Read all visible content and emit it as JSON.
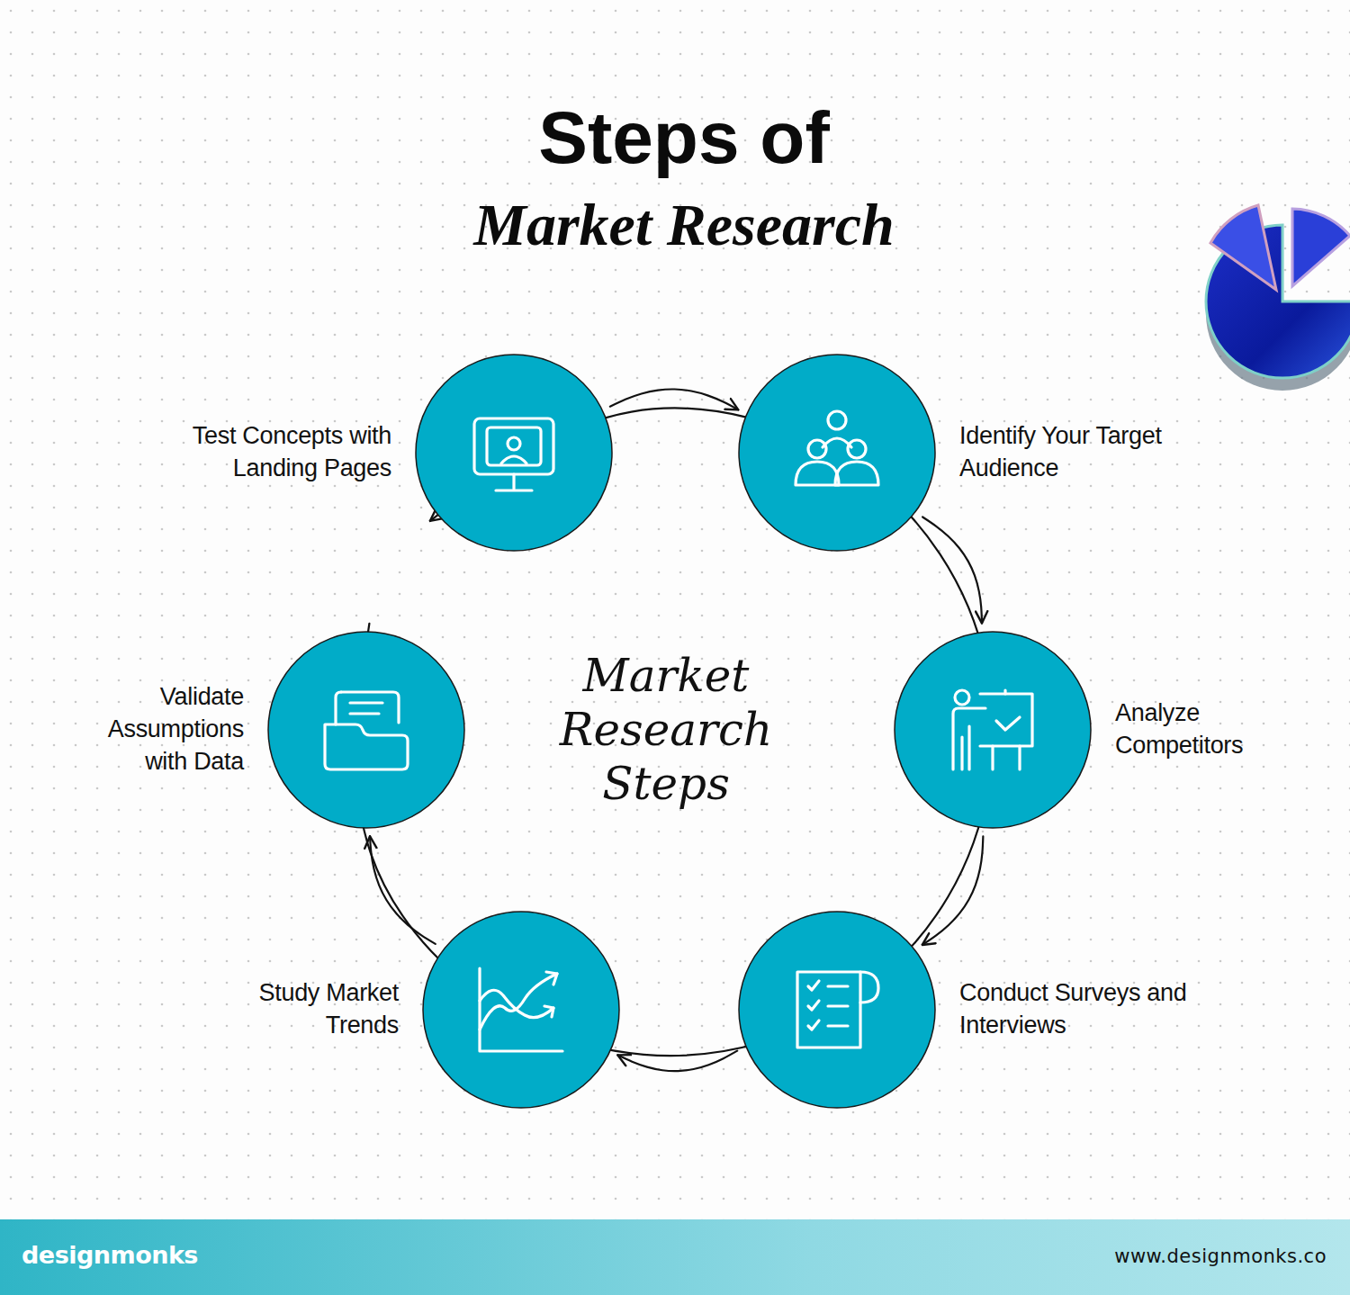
{
  "diagram": {
    "title": "Steps of Market Research",
    "nodes": [
      {
        "text": [
          "Identify Your Target Audience"
        ]
      },
      {
        "text": [
          "Analyze Competitors"
        ]
      },
      {
        "text": [
          "Conduct Surveys and Interviews"
        ]
      },
      {
        "text": [
          "Study Market Trends"
        ]
      },
      {
        "text": [
          "Validate Assumptions with Data"
        ]
      },
      {
        "text": [
          "Test Concepts with Landing Pages"
        ]
      }
    ],
    "edges": [
      {
        "from": 0,
        "to": 1,
        "arrow": "to"
      },
      {
        "from": 1,
        "to": 2,
        "arrow": "to"
      },
      {
        "from": 2,
        "to": 3,
        "arrow": "to"
      },
      {
        "from": 3,
        "to": 4,
        "arrow": "to"
      },
      {
        "from": 4,
        "to": 5,
        "arrow": "to"
      },
      {
        "from": 5,
        "to": 0,
        "arrow": "to"
      }
    ],
    "labels": [
      "Market Research Steps",
      "designmonks",
      "www.designmonks.co"
    ]
  }
}
